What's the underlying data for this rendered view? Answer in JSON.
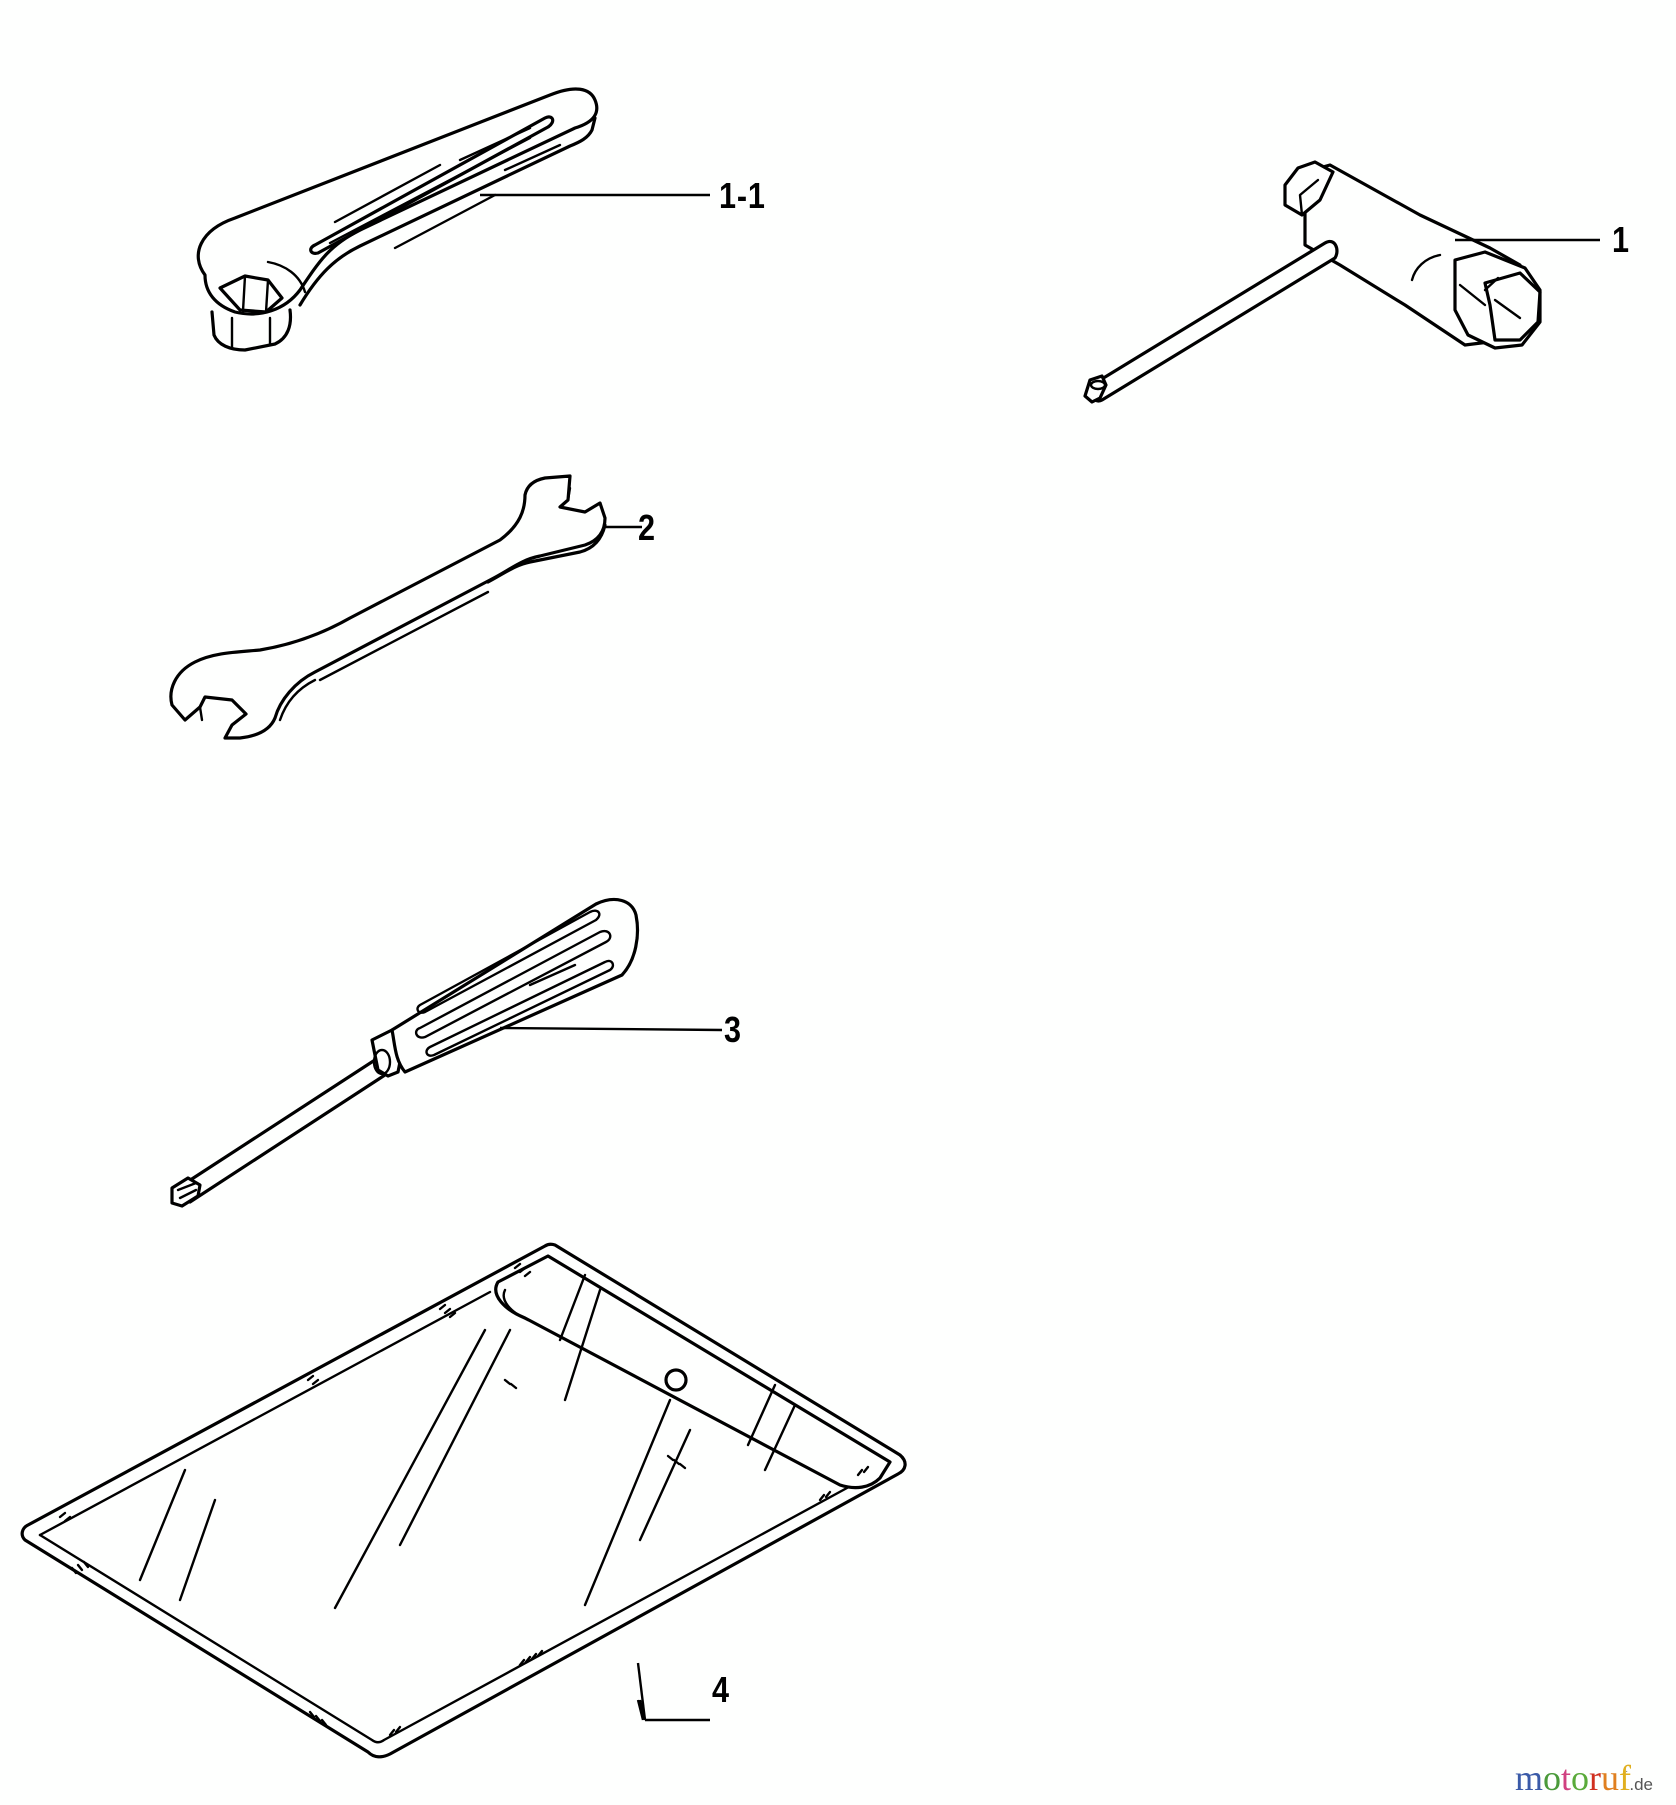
{
  "diagram": {
    "type": "exploded parts diagram",
    "subject": "tool kit",
    "background": "#fefffe",
    "line_color": "#000000"
  },
  "parts": [
    {
      "label": "1-1",
      "name": "ring spanner"
    },
    {
      "label": "1",
      "name": "T-handle spark plug socket wrench"
    },
    {
      "label": "2",
      "name": "open-end wrench"
    },
    {
      "label": "3",
      "name": "phillips screwdriver"
    },
    {
      "label": "4",
      "name": "tool pouch"
    }
  ],
  "watermark": {
    "letters": [
      {
        "ch": "m",
        "color": "#3a5aa8"
      },
      {
        "ch": "o",
        "color": "#4a9a3a"
      },
      {
        "ch": "t",
        "color": "#d04080"
      },
      {
        "ch": "o",
        "color": "#5aaa3a"
      },
      {
        "ch": "r",
        "color": "#d03020"
      },
      {
        "ch": "u",
        "color": "#e08020"
      },
      {
        "ch": "f",
        "color": "#e0b020"
      }
    ],
    "tld": ".de",
    "text": "motoruf.de"
  }
}
